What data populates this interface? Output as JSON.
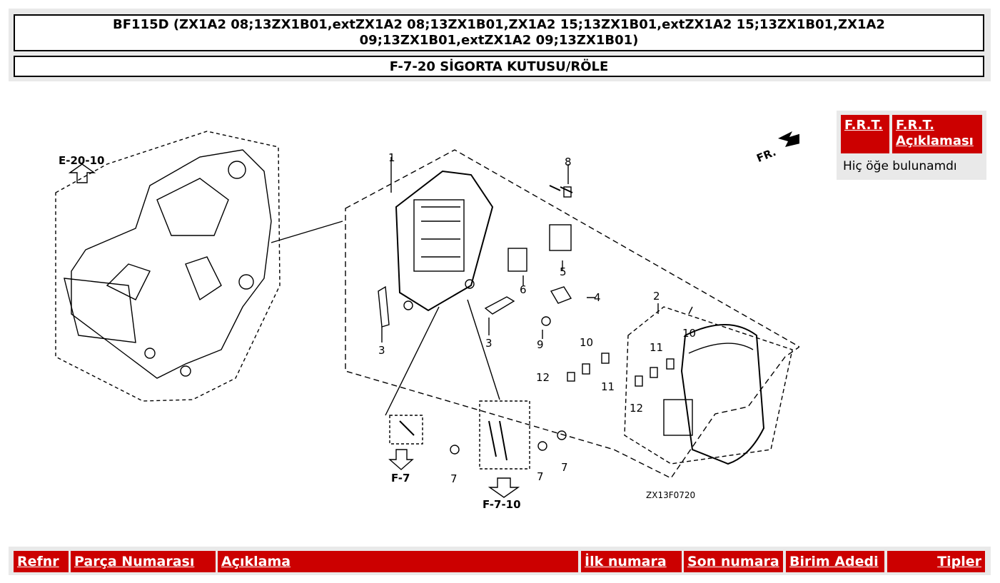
{
  "header": {
    "title": "BF115D (ZX1A2 08;13ZX1B01,extZX1A2 08;13ZX1B01,ZX1A2 15;13ZX1B01,extZX1A2 15;13ZX1B01,ZX1A2 09;13ZX1B01,extZX1A2 09;13ZX1B01)",
    "subtitle": "F-7-20 SİGORTA KUTUSU/RÖLE"
  },
  "diagram": {
    "ref_e": "E-20-10",
    "ref_f7": "F-7",
    "ref_f710": "F-7-10",
    "fr_label": "FR.",
    "code": "ZX13F0720",
    "callouts": [
      "1",
      "2",
      "3",
      "3",
      "4",
      "5",
      "6",
      "7",
      "7",
      "7",
      "8",
      "9",
      "10",
      "10",
      "11",
      "11",
      "12",
      "12"
    ]
  },
  "frt": {
    "col1": "F.R.T.",
    "col2": "F.R.T. Açıklaması",
    "empty_text": "Hiç öğe bulunamdı"
  },
  "table": {
    "headers": [
      "Refnr",
      "Parça Numarası",
      "Açıklama",
      "İlk numara",
      "Son numara",
      "Birim Adedi",
      "Tipler"
    ]
  }
}
